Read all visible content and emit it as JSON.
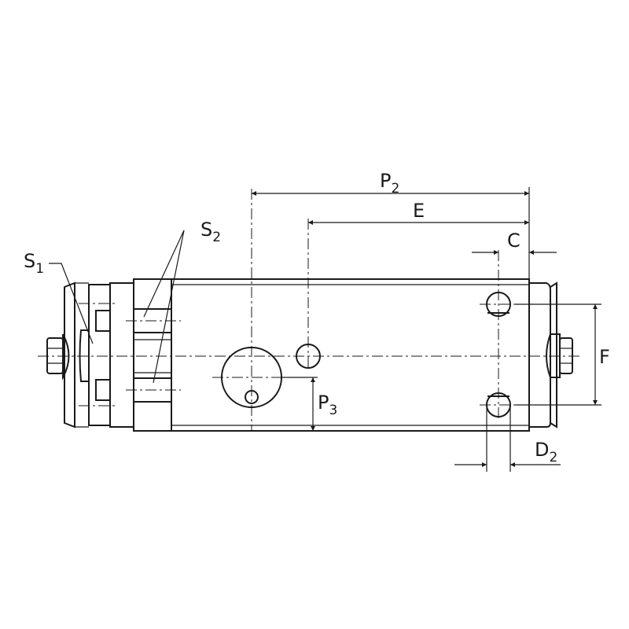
{
  "drawing": {
    "labels": {
      "p2": {
        "main": "P",
        "sub": "2"
      },
      "e": {
        "main": "E"
      },
      "c": {
        "main": "C"
      },
      "f": {
        "main": "F"
      },
      "d2": {
        "main": "D",
        "sub": "2"
      },
      "p3": {
        "main": "P",
        "sub": "3"
      },
      "s1": {
        "main": "S",
        "sub": "1"
      },
      "s2": {
        "main": "S",
        "sub": "2"
      }
    },
    "line_color": "#1a1a1a"
  }
}
